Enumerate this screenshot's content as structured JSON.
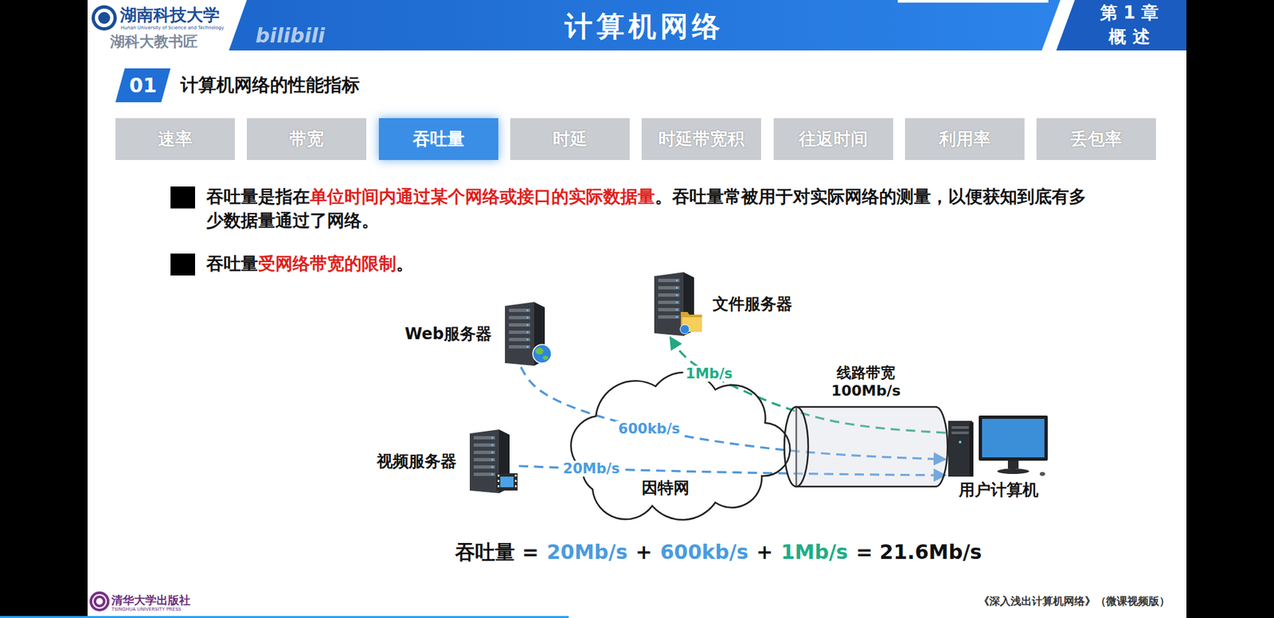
{
  "diagram": {
    "title": "计算机网络",
    "nodes": [
      {
        "text": [
          "01"
        ]
      },
      {
        "text": [
          "速率"
        ]
      },
      {
        "text": [
          "带宽"
        ]
      },
      {
        "text": [
          "吞吐量"
        ]
      },
      {
        "text": [
          "时延"
        ]
      },
      {
        "text": [
          "时延带宽积"
        ]
      },
      {
        "text": [
          "往返时间"
        ]
      },
      {
        "text": [
          "利用率"
        ]
      },
      {
        "text": [
          "丢包率"
        ]
      },
      {
        "text": [
          "文件服务器"
        ]
      },
      {
        "text": [
          "Web服务器"
        ]
      },
      {
        "text": [
          "线路带宽 100Mb/s"
        ]
      },
      {
        "text": [
          "视频服务器"
        ]
      },
      {
        "text": [
          "因特网"
        ]
      },
      {
        "text": [
          "用户计算机"
        ]
      }
    ],
    "edges": [
      {
        "from": 10,
        "to": 14,
        "arrow": "to",
        "label": "600kb/s"
      },
      {
        "from": 12,
        "to": 14,
        "arrow": "to",
        "label": "20Mb/s"
      },
      {
        "from": 14,
        "to": 9,
        "arrow": "to",
        "label": "1Mb/s"
      }
    ],
    "labels": [
      "湖南科技大学",
      "Hunan University of Science and Technology",
      "湖科大教书匠",
      "bilibili",
      "第 1 章",
      "概 述",
      "计算机网络的性能指标",
      "吞吐量是指在",
      "单位时间内通过某个网络或接口的实际数据量",
      "。吞吐量常被用于对实际网络的测量，以便获知到底有多少数据量通过了网络。",
      "吞吐量",
      "受网络带宽的限制",
      "。",
      "吞吐量 =",
      "20Mb/s",
      "+",
      "600kb/s",
      "+",
      "1Mb/s",
      "= 21.6Mb/s",
      "清华大学出版社",
      "TSINGHUA UNIVERSITY PRESS",
      "《深入浅出计算机网络》（微课视频版）"
    ]
  }
}
